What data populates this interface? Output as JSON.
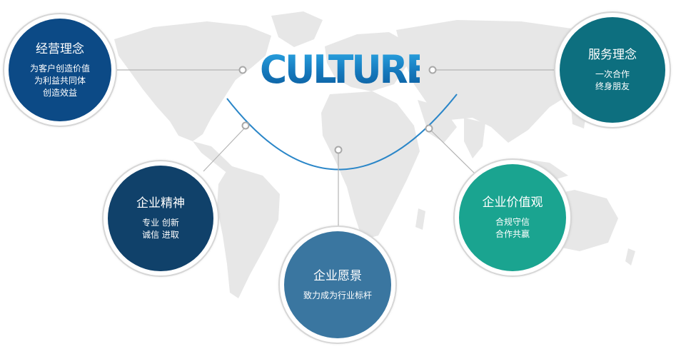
{
  "title": "CULTURE",
  "colors": {
    "management": "#0c4a86",
    "spirit": "#10416a",
    "vision": "#3a76a0",
    "values": "#1aa490",
    "service": "#0d6f7f",
    "title_blue": "#1a7cc0",
    "connector": "#b4b4b4",
    "map": "#e7e7e7"
  },
  "nodes": {
    "management": {
      "heading": "经营理念",
      "lines": [
        "为客户创造价值",
        "为利益共同体",
        "创造效益"
      ]
    },
    "service": {
      "heading": "服务理念",
      "lines": [
        "一次合作",
        "终身朋友"
      ]
    },
    "spirit": {
      "heading": "企业精神",
      "lines": [
        "专业 创新",
        "诚信 进取"
      ]
    },
    "vision": {
      "heading": "企业愿景",
      "lines": [
        "致力成为行业标杆"
      ]
    },
    "values": {
      "heading": "企业价值观",
      "lines": [
        "合规守信",
        "合作共赢"
      ]
    }
  }
}
